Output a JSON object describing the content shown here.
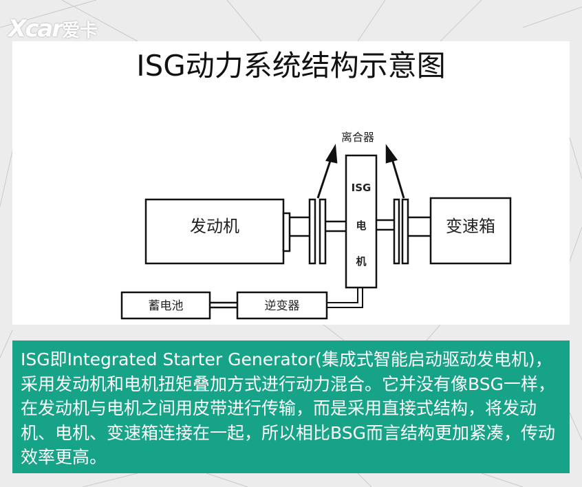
{
  "logo": {
    "brand": "Xcar",
    "brand_cn": "爱卡"
  },
  "diagram": {
    "title": "ISG动力系统结构示意图",
    "nodes": {
      "engine": "发动机",
      "isg_motor": [
        "ISG",
        "电",
        "机"
      ],
      "gearbox": "变速箱",
      "clutch": "离合器",
      "battery": "蓄电池",
      "inverter": "逆变器"
    }
  },
  "description": "ISG即Integrated Starter Generator(集成式智能启动驱动发电机)，采用发动机和电机扭矩叠加方式进行动力混合。它并没有像BSG一样，在发动机与电机之间用皮带进行传输，而是采用直接式结构，将发动机、电机、变速箱连接在一起，所以相比BSG而言结构更加紧凑，传动效率更高。",
  "colors": {
    "info_box": "#17a387",
    "background": "#ececec"
  }
}
